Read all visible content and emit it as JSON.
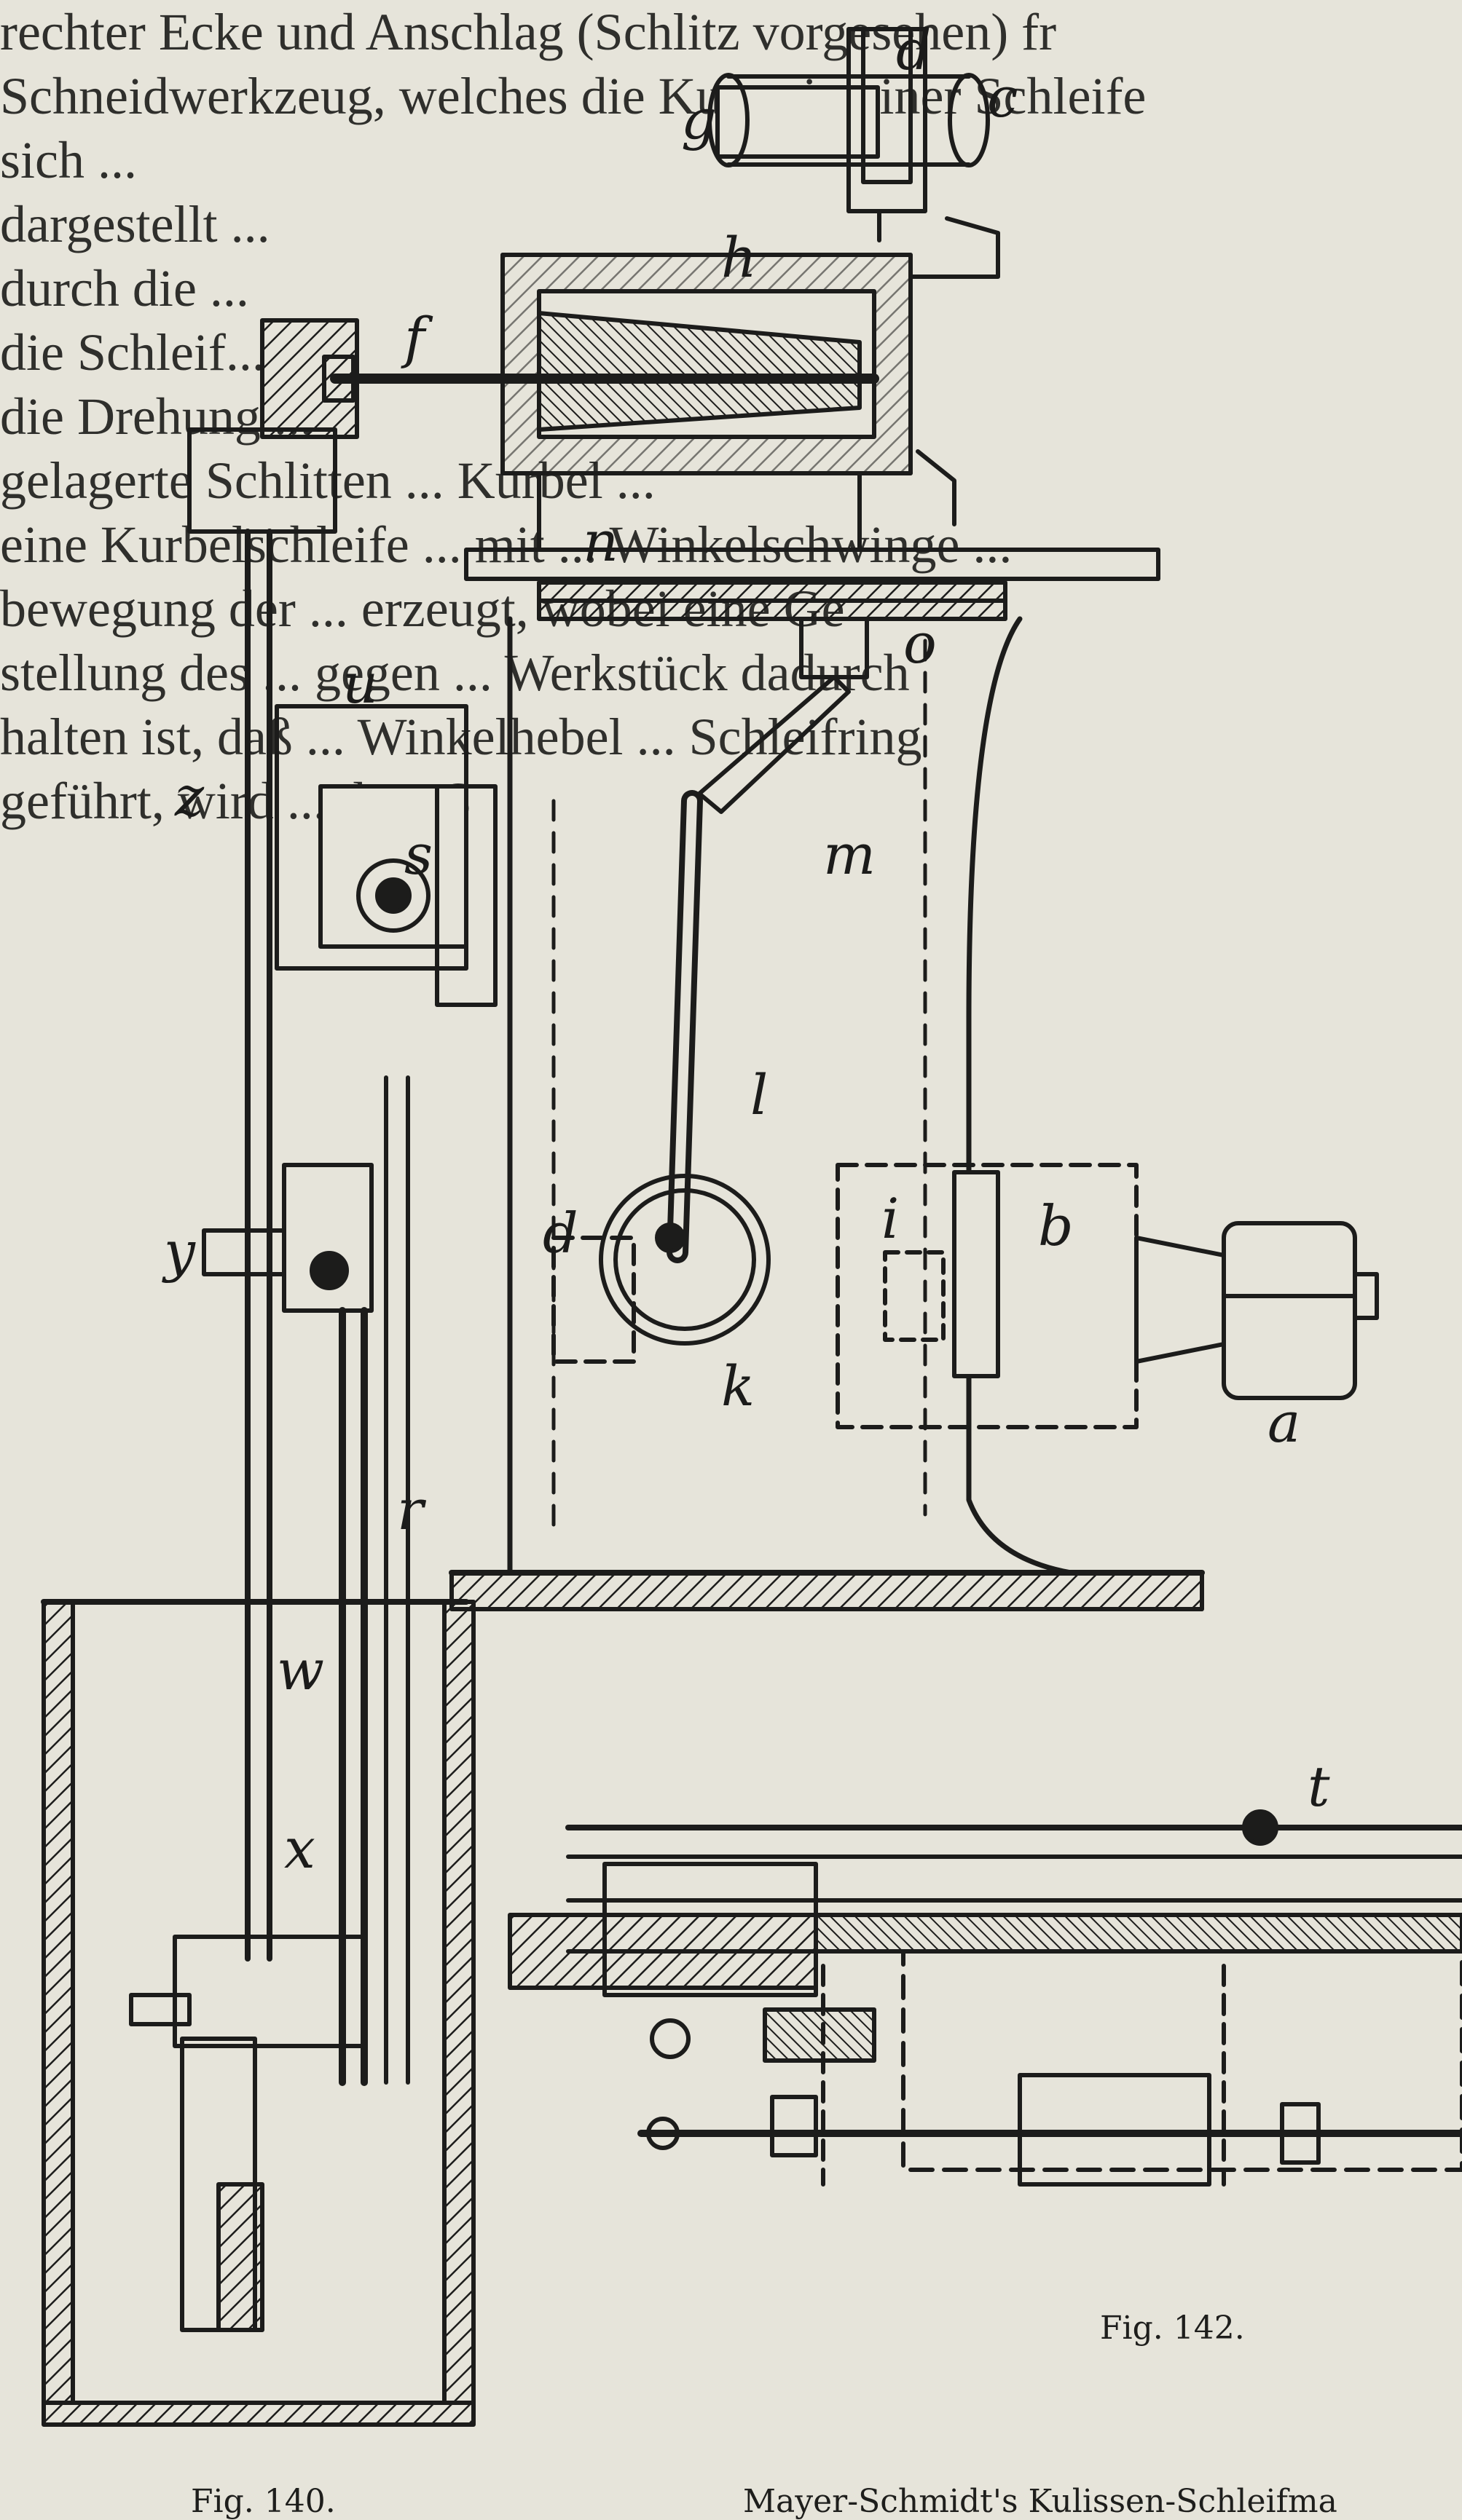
{
  "captions": {
    "fig140": "Fig. 140.",
    "fig142": "Fig. 142.",
    "bottom_title": "Mayer-Schmidt's Kulissen-Schleifma"
  },
  "part_labels": [
    "d",
    "g",
    "c",
    "h",
    "f",
    "u",
    "z",
    "s",
    "n",
    "o",
    "m",
    "l",
    "i",
    "b",
    "a",
    "k",
    "y",
    "r",
    "w",
    "x",
    "t"
  ],
  "label_d1": "d",
  "bleed_lines": [
    "rechter Ecke und Anschlag (Schlitz vorgesehen) fr",
    "Schneidwerkzeug, welches die Kurve in einer Schleife",
    "sich ...",
    "dargestellt ...",
    "durch die ...",
    "die Schleif...",
    "die Drehung ...",
    "gelagerte Schlitten ... Kurbel ...",
    "eine Kurbelschleife ... mit ... Winkelschwinge ...",
    "bewegung der ... erzeugt, wobei eine Ge",
    "stellung des ... gegen ... Werkstück dadurch",
    "halten ist, daß ... Winkelhebel ... Schleifring",
    "geführt, wird ... dem S"
  ]
}
